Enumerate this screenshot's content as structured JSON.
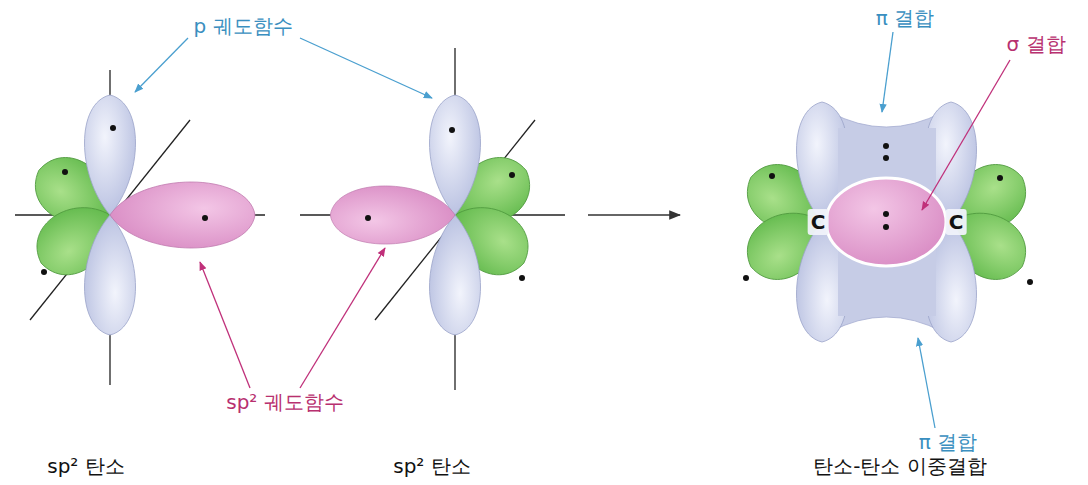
{
  "diagram": {
    "labels": [
      "p 궤도함수",
      "sp² 궤도함수",
      "sp² 탄소",
      "sp² 탄소",
      "탄소-탄소 이중결합",
      "π 결합",
      "σ 결합",
      "π 결합",
      "C",
      "C"
    ]
  }
}
